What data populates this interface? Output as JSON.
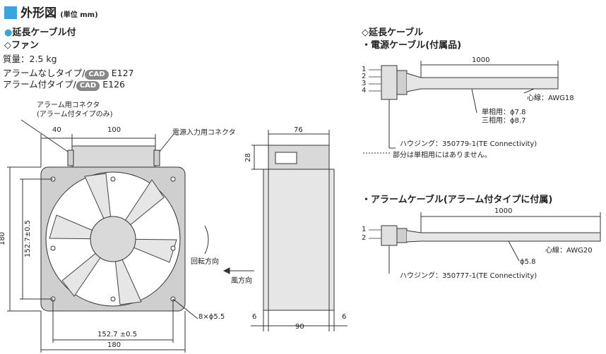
{
  "header": {
    "title": "外形図",
    "unit": "(単位 mm)",
    "accent": "#3aa3dd"
  },
  "variant": {
    "label": "延長ケーブル付"
  },
  "fan": {
    "heading": "◇ファン",
    "mass": "質量：2.5 kg",
    "model_no_alarm_prefix": "アラームなしタイプ/",
    "model_no_alarm_cad": "CAD",
    "model_no_alarm_code": "E127",
    "model_alarm_prefix": "アラーム付タイプ/",
    "model_alarm_cad": "CAD",
    "model_alarm_code": "E126"
  },
  "front": {
    "connector_label_1": "アラーム用コネクタ",
    "connector_label_2": "(アラーム付タイプのみ)",
    "power_connector": "電源入力用コネクタ",
    "dim_40": "40",
    "dim_100": "100",
    "dim_180_v": "180",
    "dim_152_v": "152.7±0.5",
    "dim_152_h": "152.7 ±0.5",
    "dim_180_h": "180",
    "holes": "8×ϕ5.5",
    "rotation": "回転方向",
    "airflow": "風方向"
  },
  "side": {
    "dim_76": "76",
    "dim_28": "28",
    "dim_6_left": "6",
    "dim_90": "90",
    "dim_6_right": "6"
  },
  "ext_cable": {
    "heading": "◇延長ケーブル",
    "power_title": "・電源ケーブル(付属品)",
    "length": "1000",
    "pins": [
      "1",
      "2",
      "3",
      "4"
    ],
    "core": "心線：AWG18",
    "single_phase": "単相用：ϕ7.8",
    "three_phase": "三相用：ϕ8.7",
    "housing": "ハウジング：350779-1(TE Connectivity)",
    "note": "部分は単相用にはありません。"
  },
  "alarm_cable": {
    "title": "・アラームケーブル(アラーム付タイプに付属)",
    "length": "1000",
    "pins": [
      "1",
      "2"
    ],
    "core": "心線：AWG20",
    "diameter": "ϕ5.8",
    "housing": "ハウジング：350777-1(TE Connectivity)"
  }
}
